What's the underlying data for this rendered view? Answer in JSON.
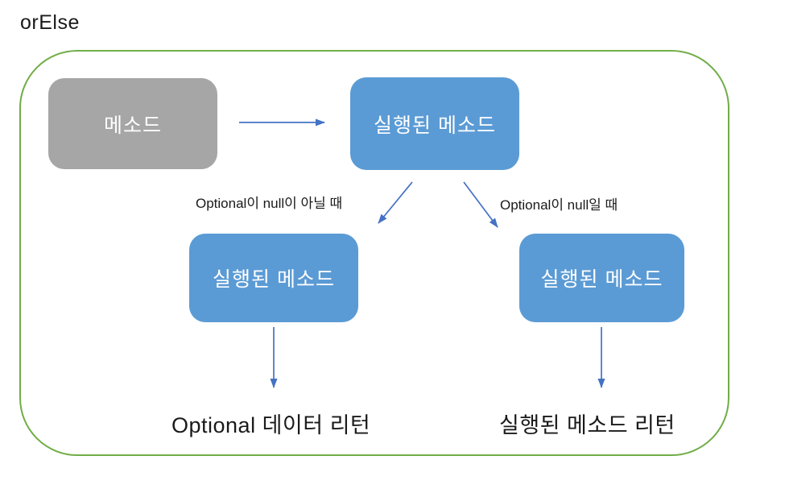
{
  "title": "orElse",
  "colors": {
    "box_blue": "#5b9bd5",
    "box_gray": "#a6a6a6",
    "arrow_blue": "#4472c4",
    "border_green": "#70ad47",
    "box_text": "#ffffff",
    "text": "#1a1a1a"
  },
  "diagram": {
    "nodes": {
      "method": "메소드",
      "executed_top": "실행된 메소드",
      "executed_left": "실행된 메소드",
      "executed_right": "실행된 메소드"
    },
    "edge_labels": {
      "not_null": "Optional이 null이 아닐 때",
      "null": "Optional이 null일 때"
    },
    "results": {
      "left": "Optional 데이터 리턴",
      "right": "실행된 메소드 리턴"
    }
  }
}
